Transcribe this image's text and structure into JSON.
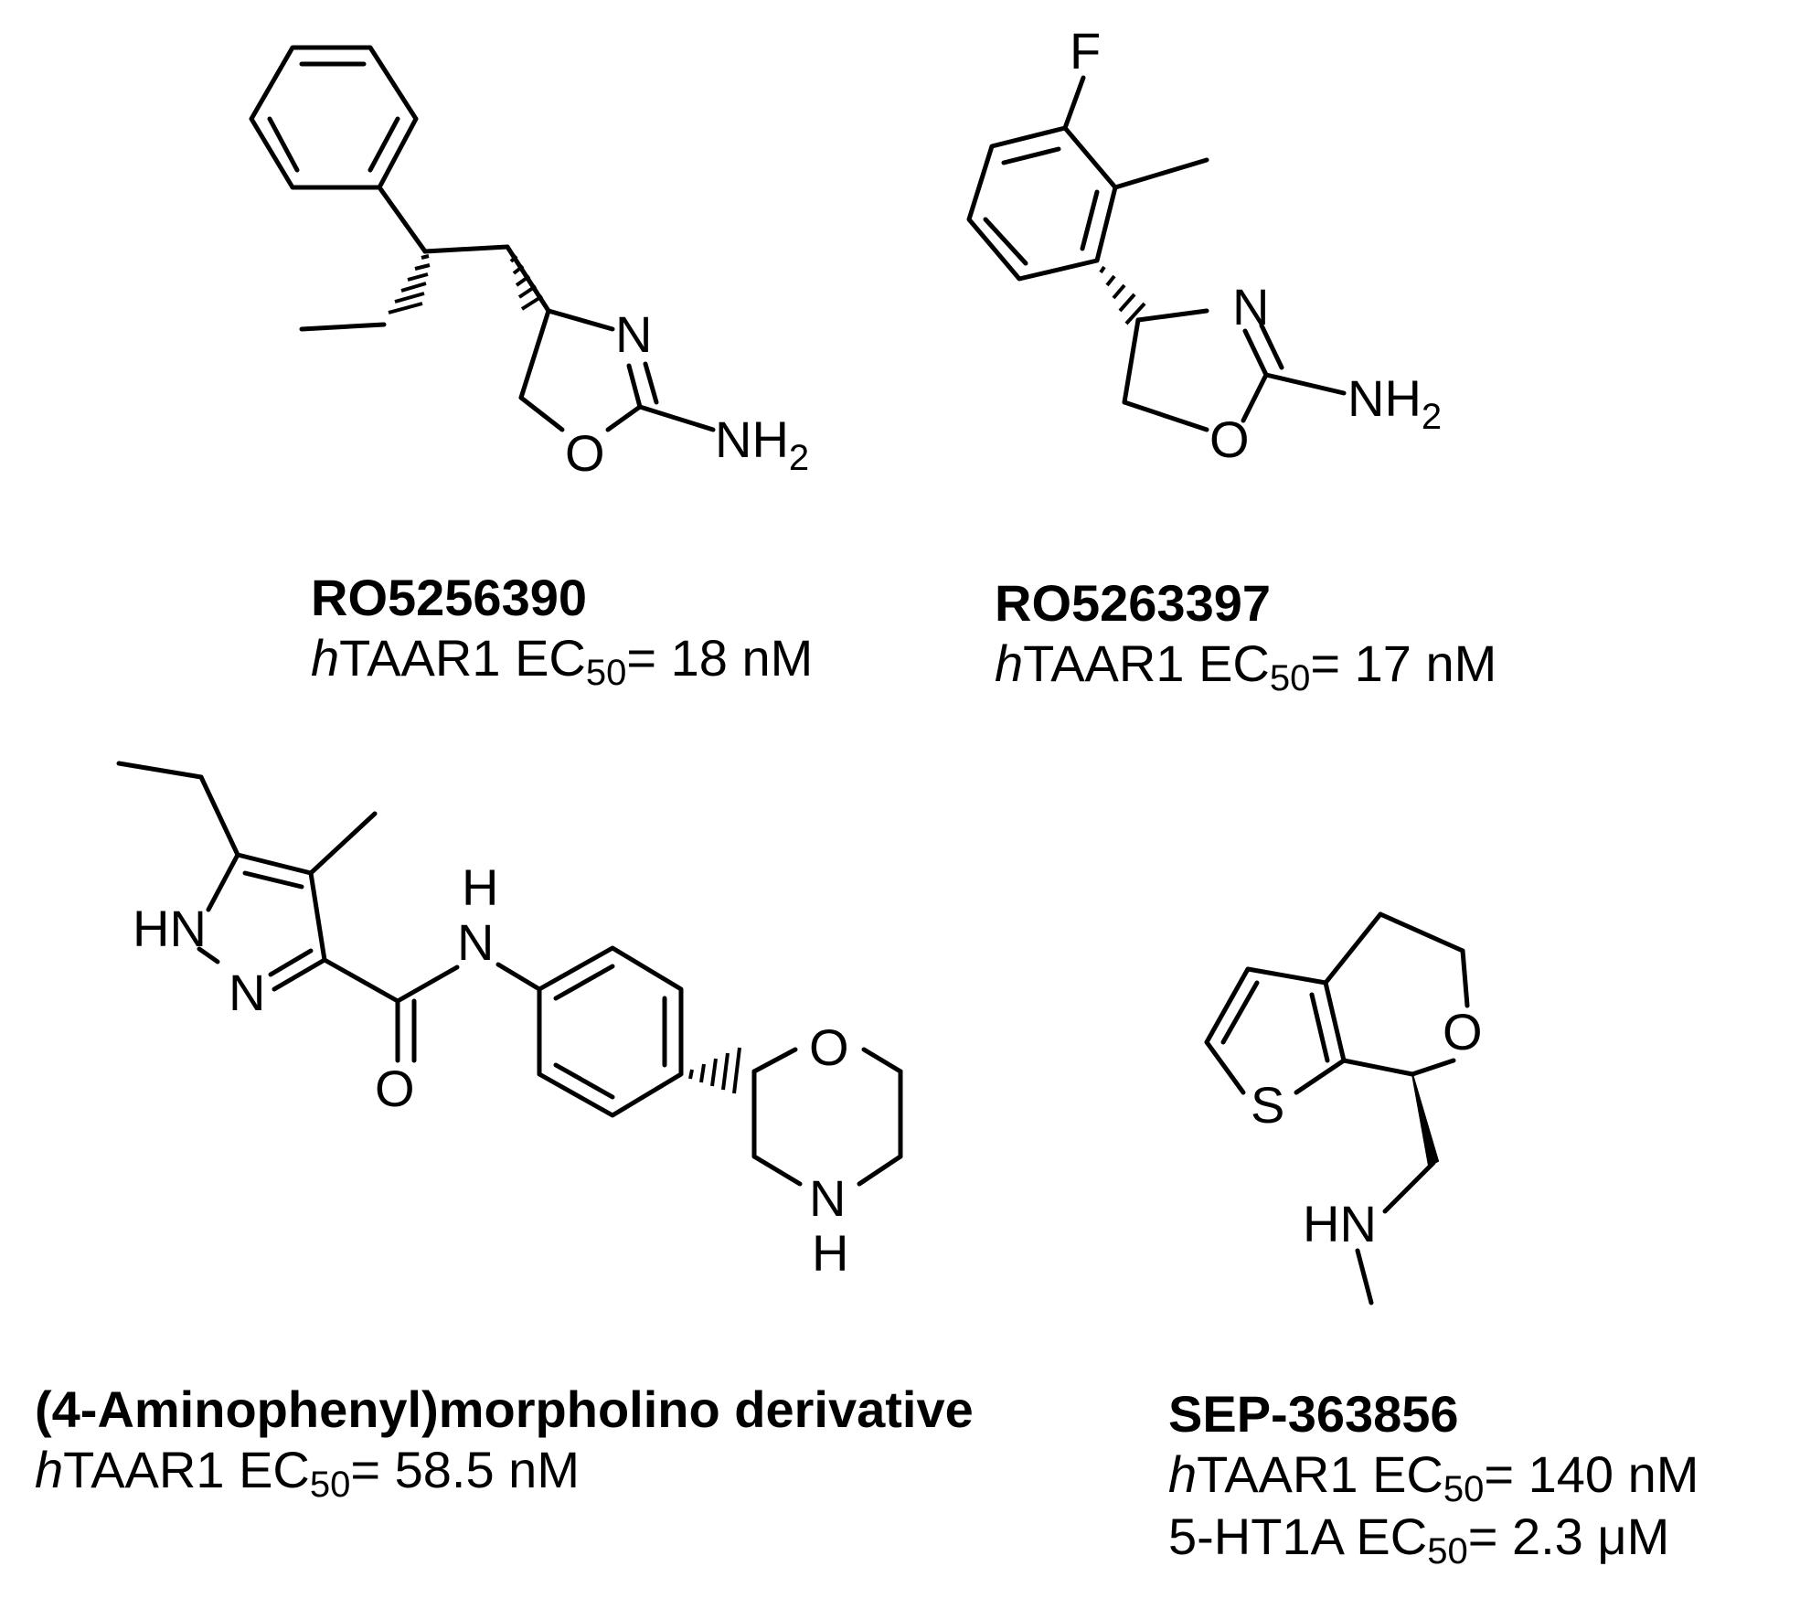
{
  "compounds": [
    {
      "name": "RO5256390",
      "activities": [
        {
          "prefix": "h",
          "target": "TAAR1",
          "metric": "EC",
          "sub": "50",
          "value": "= 18 nM"
        }
      ],
      "atoms": {
        "n": "N",
        "o": "O",
        "nh2_main": "NH",
        "nh2_sub": "2"
      }
    },
    {
      "name": "RO5263397",
      "activities": [
        {
          "prefix": "h",
          "target": "TAAR1",
          "metric": "EC",
          "sub": "50",
          "value": "= 17 nM"
        }
      ],
      "atoms": {
        "f": "F",
        "n": "N",
        "o": "O",
        "nh2_main": "NH",
        "nh2_sub": "2"
      }
    },
    {
      "name": "(4-Aminophenyl)morpholino derivative",
      "activities": [
        {
          "prefix": "h",
          "target": "TAAR1",
          "metric": "EC",
          "sub": "50",
          "value": "= 58.5 nM"
        }
      ],
      "atoms": {
        "hn": "HN",
        "n_pyrazole": "N",
        "h_amide": "H",
        "n_amide": "N",
        "o_carbonyl": "O",
        "o_morph": "O",
        "n_morph": "N",
        "h_morph": "H"
      }
    },
    {
      "name": "SEP-363856",
      "activities": [
        {
          "prefix": "h",
          "target": "TAAR1",
          "metric": "EC",
          "sub": "50",
          "value": "= 140 nM"
        },
        {
          "prefix": "",
          "target": "5-HT1A",
          "metric": "EC",
          "sub": "50",
          "value": "= 2.3 μM"
        }
      ],
      "atoms": {
        "s": "S",
        "o": "O",
        "hn": "HN"
      }
    }
  ]
}
